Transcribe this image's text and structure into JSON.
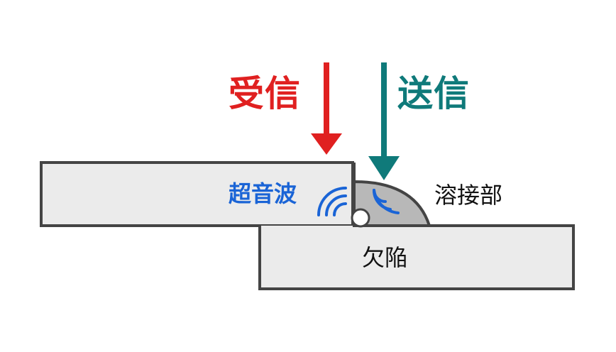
{
  "labels": {
    "receive": "受信",
    "transmit": "送信",
    "ultrasonic": "超音波",
    "weld": "溶接部",
    "defect": "欠陥"
  },
  "colors": {
    "receive": "#e02020",
    "transmit": "#0f7a7a",
    "ultrasonic": "#1a64d6",
    "plate_fill": "#ebebeb",
    "plate_stroke": "#444444",
    "weld_fill": "#b8b8b8",
    "text": "#111111"
  }
}
